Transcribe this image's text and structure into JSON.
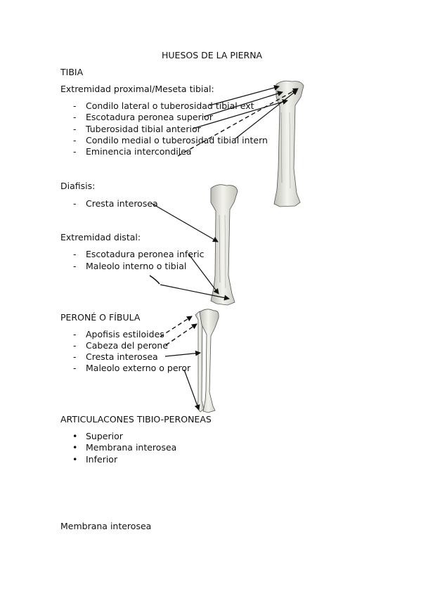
{
  "title": "HUESOS DE LA PIERNA",
  "tibia": {
    "heading": "TIBIA",
    "proximal": {
      "heading": "Extremidad proximal/Meseta tibial:",
      "items": [
        "Condilo lateral o tuberosidad tibial ext",
        "Escotadura peronea superior",
        "Tuberosidad tibial anterior",
        "Condilo medial o tuberosidad tibial intern",
        "Eminencia intercondilea"
      ]
    },
    "diafisis": {
      "heading": "Diafisis:",
      "items": [
        "Cresta interosea"
      ]
    },
    "distal": {
      "heading": "Extremidad distal:",
      "items": [
        "Escotadura peronea inferic",
        "Maleolo interno o tibial"
      ]
    }
  },
  "perone": {
    "heading": "PERONÉ O FÍBULA",
    "items": [
      "Apofisis estiloides",
      "Cabeza del perone",
      "Cresta interosea",
      "Maleolo externo o peror"
    ]
  },
  "articulaciones": {
    "heading": "ARTICULACONES TIBIO-PERONEAS",
    "items": [
      "Superior",
      "Membrana interosea",
      "Inferior"
    ]
  },
  "footer_heading": "Membrana interosea",
  "list_dash": "-",
  "list_bullet": "•"
}
